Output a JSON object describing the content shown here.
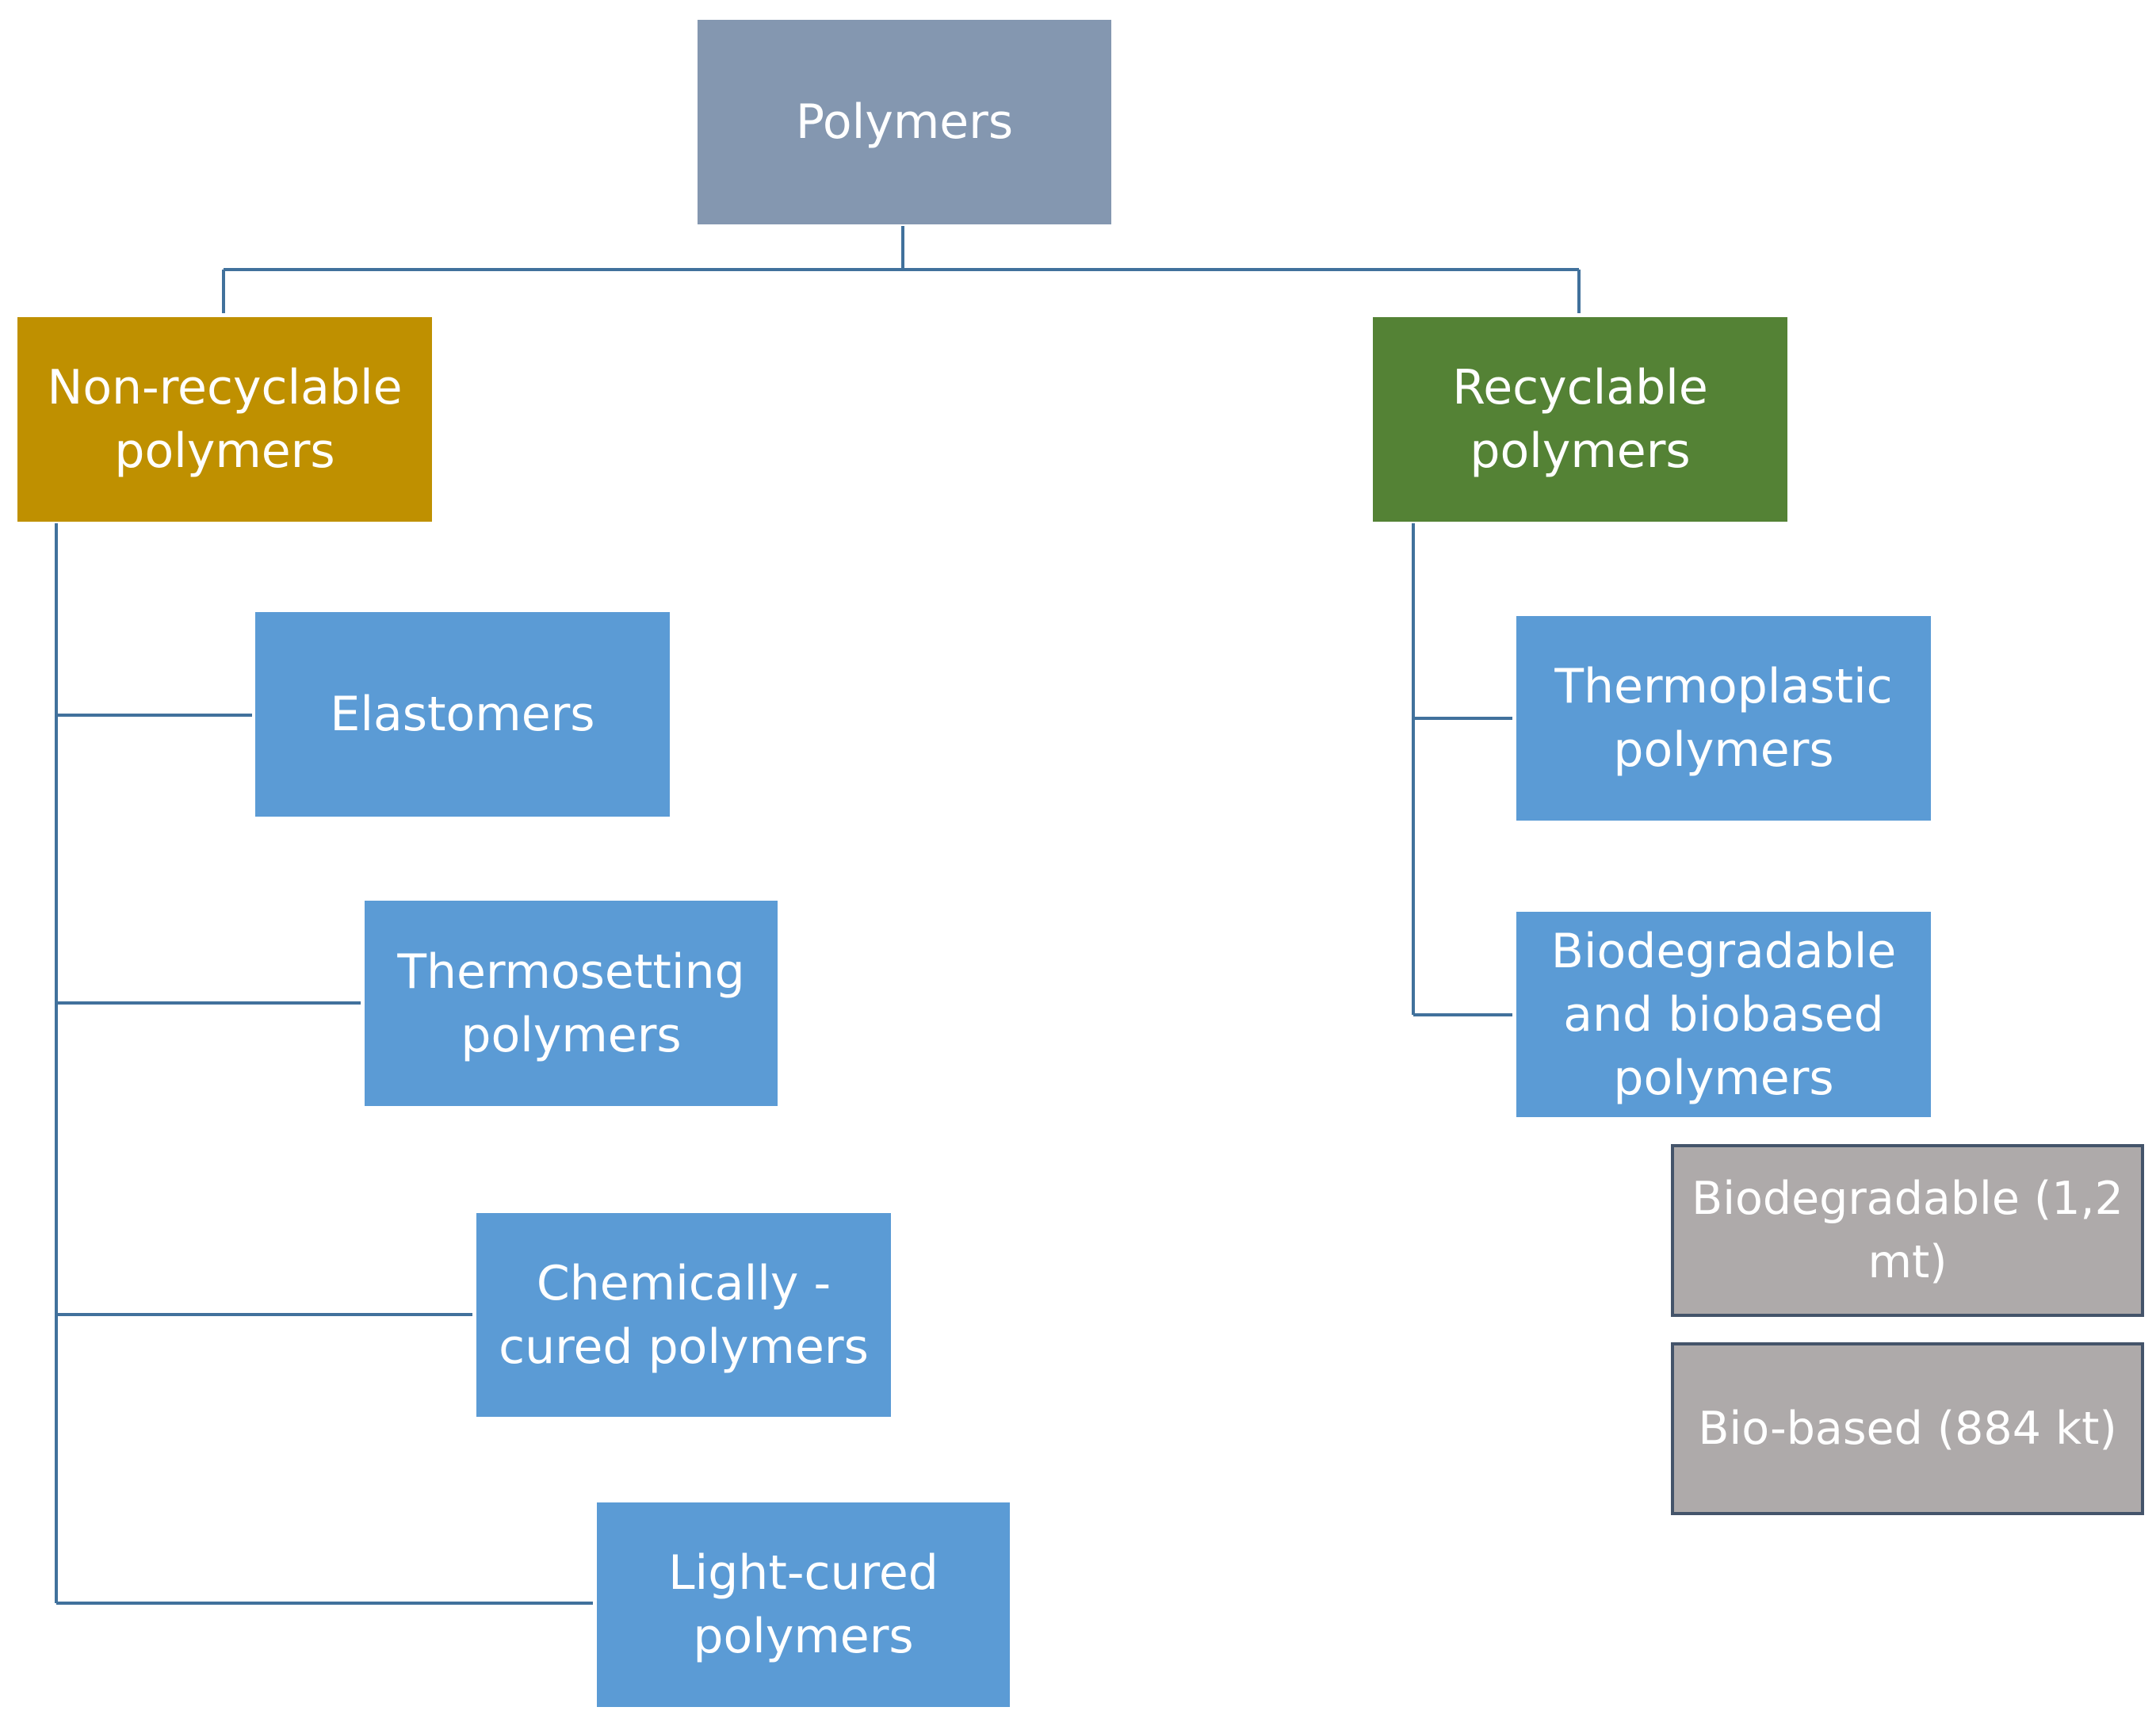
{
  "colors": {
    "root": "#8497B0",
    "non_recyclable": "#BF9000",
    "recyclable": "#548235",
    "leaf": "#5B9BD5",
    "sub_leaf": "#AEAAAA",
    "sub_leaf_border": "#44546A",
    "connector": "#41719C"
  },
  "root": {
    "label": "Polymers"
  },
  "non_recyclable": {
    "label": "Non-recyclable polymers",
    "children": [
      "Elastomers",
      "Thermosetting polymers",
      "Chemically - cured polymers",
      "Light-cured polymers"
    ]
  },
  "recyclable": {
    "label": "Recyclable polymers",
    "children": [
      "Thermoplastic polymers",
      "Biodegradable and biobased polymers"
    ],
    "subdivisions": [
      "Biodegradable (1,2 mt)",
      "Bio-based (884 kt)"
    ]
  }
}
